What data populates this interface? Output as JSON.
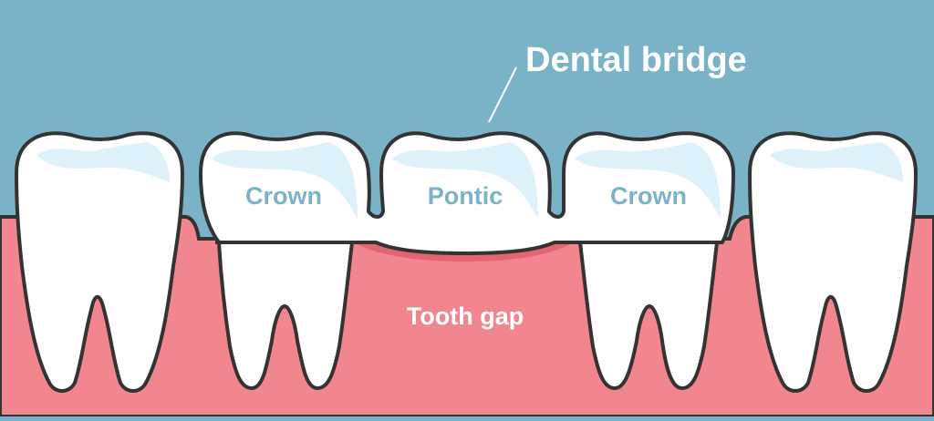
{
  "diagram": {
    "title": "Dental bridge",
    "labels": {
      "crown_left": "Crown",
      "pontic": "Pontic",
      "crown_right": "Crown",
      "gap": "Tooth gap"
    },
    "colors": {
      "background": "#7ab3c7",
      "gum": "#f2868f",
      "gum_shadow": "#e2656f",
      "tooth": "#ffffff",
      "tooth_highlight": "#dcf1f9",
      "outline": "#333333",
      "crown_text": "#7ab3c7",
      "title_text": "#ffffff"
    }
  }
}
